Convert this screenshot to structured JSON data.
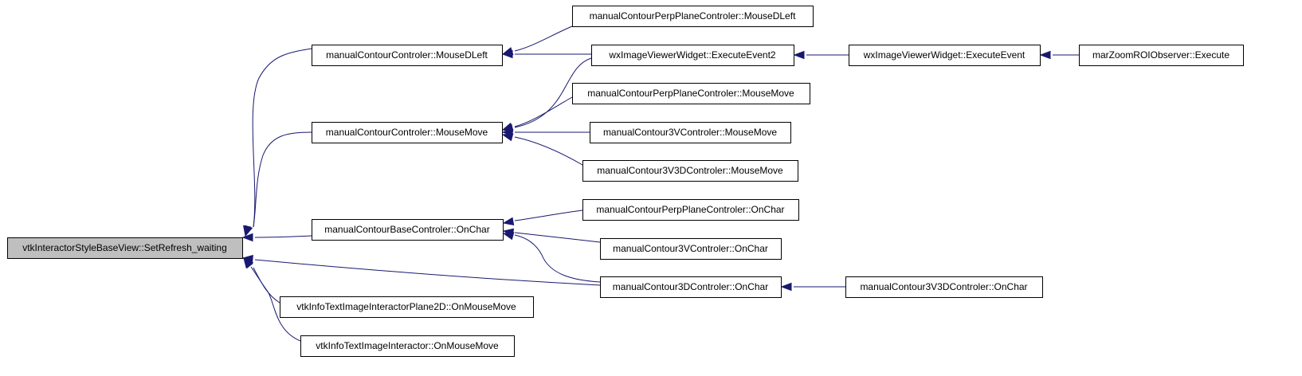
{
  "diagram": {
    "type": "caller-graph",
    "colors": {
      "edge": "#191970",
      "node_border": "#000000",
      "node_fill": "#ffffff",
      "root_fill": "#bfbfbf"
    },
    "nodes": [
      {
        "id": "root",
        "label": "vtkInteractorStyleBaseView::SetRefresh_waiting"
      },
      {
        "id": "mc_mousedleft",
        "label": "manualContourControler::MouseDLeft"
      },
      {
        "id": "mc_mousemove",
        "label": "manualContourControler::MouseMove"
      },
      {
        "id": "mcb_onchar",
        "label": "manualContourBaseControler::OnChar"
      },
      {
        "id": "vtk_plane2d",
        "label": "vtkInfoTextImageInteractorPlane2D::OnMouseMove"
      },
      {
        "id": "vtk_interactor",
        "label": "vtkInfoTextImageInteractor::OnMouseMove"
      },
      {
        "id": "mcpp_mousedleft",
        "label": "manualContourPerpPlaneControler::MouseDLeft"
      },
      {
        "id": "wx_exec2",
        "label": "wxImageViewerWidget::ExecuteEvent2"
      },
      {
        "id": "mcpp_mousemove",
        "label": "manualContourPerpPlaneControler::MouseMove"
      },
      {
        "id": "m3v_mousemove",
        "label": "manualContour3VControler::MouseMove"
      },
      {
        "id": "m3v3d_mousemove",
        "label": "manualContour3V3DControler::MouseMove"
      },
      {
        "id": "mcpp_onchar",
        "label": "manualContourPerpPlaneControler::OnChar"
      },
      {
        "id": "m3v_onchar",
        "label": "manualContour3VControler::OnChar"
      },
      {
        "id": "m3d_onchar",
        "label": "manualContour3DControler::OnChar"
      },
      {
        "id": "wx_exec",
        "label": "wxImageViewerWidget::ExecuteEvent"
      },
      {
        "id": "m3v3d_onchar",
        "label": "manualContour3V3DControler::OnChar"
      },
      {
        "id": "mar_zoom",
        "label": "marZoomROIObserver::Execute"
      }
    ],
    "edges": [
      {
        "from": "mc_mousedleft",
        "to": "root"
      },
      {
        "from": "mc_mousemove",
        "to": "root"
      },
      {
        "from": "mcb_onchar",
        "to": "root"
      },
      {
        "from": "m3d_onchar",
        "to": "root"
      },
      {
        "from": "vtk_plane2d",
        "to": "root"
      },
      {
        "from": "vtk_interactor",
        "to": "root"
      },
      {
        "from": "mcpp_mousedleft",
        "to": "mc_mousedleft"
      },
      {
        "from": "wx_exec2",
        "to": "mc_mousedleft"
      },
      {
        "from": "wx_exec2",
        "to": "mc_mousemove"
      },
      {
        "from": "mcpp_mousemove",
        "to": "mc_mousemove"
      },
      {
        "from": "m3v_mousemove",
        "to": "mc_mousemove"
      },
      {
        "from": "m3v3d_mousemove",
        "to": "mc_mousemove"
      },
      {
        "from": "mcpp_onchar",
        "to": "mcb_onchar"
      },
      {
        "from": "m3v_onchar",
        "to": "mcb_onchar"
      },
      {
        "from": "m3d_onchar",
        "to": "mcb_onchar"
      },
      {
        "from": "wx_exec",
        "to": "wx_exec2"
      },
      {
        "from": "mar_zoom",
        "to": "wx_exec"
      },
      {
        "from": "m3v3d_onchar",
        "to": "m3d_onchar"
      }
    ]
  }
}
